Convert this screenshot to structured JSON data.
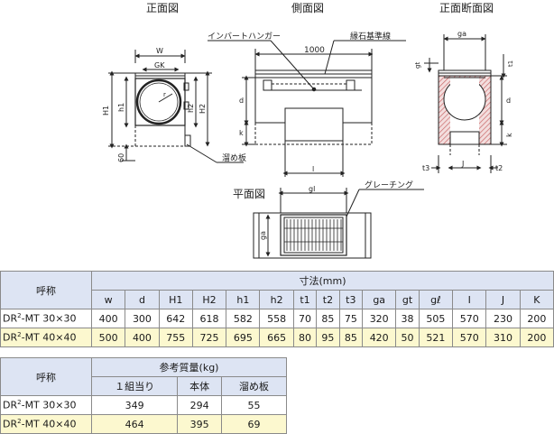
{
  "views": {
    "front": "正面図",
    "side": "側面図",
    "section": "正面断面図",
    "plan": "平面図"
  },
  "annotations": {
    "invert_hanger": "インバートハンガー",
    "curb_line": "縁石基準線",
    "length_1000": "1000",
    "weir_plate": "溜め板",
    "grating": "グレーチング",
    "dim_60": "60",
    "w": "W",
    "gk": "GK",
    "h1": "H1",
    "h2": "H2",
    "hs1": "h1",
    "hs2": "h2",
    "d": "d",
    "k": "k",
    "l": "l",
    "gl": "gl",
    "ga": "ga",
    "gt": "gt",
    "t1": "t1",
    "t2": "t2",
    "t3": "t3",
    "j": "J",
    "r": "r"
  },
  "dimensions_table": {
    "label_header": "呼称",
    "group_header": "寸法(mm)",
    "columns": [
      "w",
      "d",
      "H1",
      "H2",
      "h1",
      "h2",
      "t1",
      "t2",
      "t3",
      "ga",
      "gt",
      "gℓ",
      "I",
      "J",
      "K"
    ],
    "rows": [
      {
        "name_pre": "DR",
        "name_sup": "2",
        "name_post": "-MT 30×30",
        "values": [
          "400",
          "300",
          "642",
          "618",
          "582",
          "558",
          "70",
          "85",
          "75",
          "320",
          "38",
          "505",
          "570",
          "230",
          "200"
        ]
      },
      {
        "name_pre": "DR",
        "name_sup": "2",
        "name_post": "-MT 40×40",
        "values": [
          "500",
          "400",
          "755",
          "725",
          "695",
          "665",
          "80",
          "95",
          "85",
          "420",
          "50",
          "521",
          "570",
          "310",
          "200"
        ]
      }
    ]
  },
  "mass_table": {
    "label_header": "呼称",
    "group_header": "参考質量(kg)",
    "columns": [
      "１組当り",
      "本体",
      "溜め板"
    ],
    "rows": [
      {
        "name_pre": "DR",
        "name_sup": "2",
        "name_post": "-MT 30×30",
        "values": [
          "349",
          "294",
          "55"
        ]
      },
      {
        "name_pre": "DR",
        "name_sup": "2",
        "name_post": "-MT 40×40",
        "values": [
          "464",
          "395",
          "69"
        ]
      }
    ]
  },
  "colors": {
    "header_bg": "#dde4f3",
    "highlight_row": "#fcf8cf",
    "section_hatch": "#c96a6a",
    "line": "#222222"
  }
}
